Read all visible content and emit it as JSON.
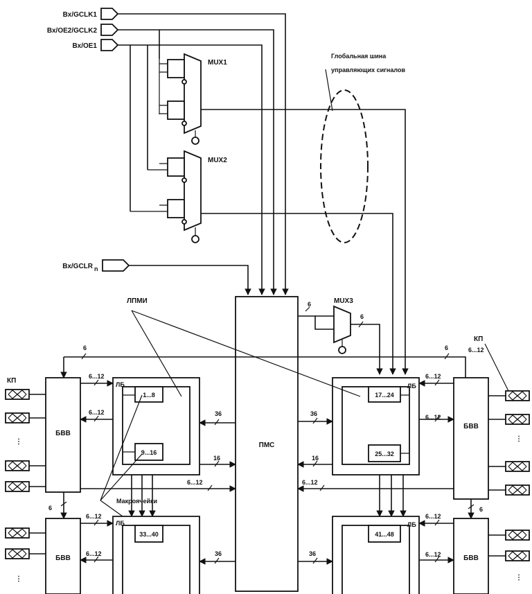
{
  "inputs": {
    "gclk1": "Вх/GCLK1",
    "oe2_gclk2": "Вх/OE2/GCLK2",
    "oe1": "Вх/OE1",
    "gclr": "Вх/GCLR",
    "gclr_sub": "n"
  },
  "mux": {
    "mux1": "MUX1",
    "mux2": "MUX2",
    "mux3": "MUX3"
  },
  "global_bus": {
    "line1": "Глобальная шина",
    "line2": "управляющих сигналов"
  },
  "lpmi": "ЛПМИ",
  "pms": "ПМС",
  "kp": "КП",
  "bvv": "БВВ",
  "lb": "ЛБ",
  "macrocells": "Макроячейки",
  "ranges": {
    "r1": "1...8",
    "r2": "9...16",
    "r3": "17...24",
    "r4": "25...32",
    "r5": "33...40",
    "r6": "41...48"
  },
  "buses": {
    "six": "6",
    "six_twelve": "6...12",
    "thirty_six": "36",
    "sixteen": "16"
  }
}
